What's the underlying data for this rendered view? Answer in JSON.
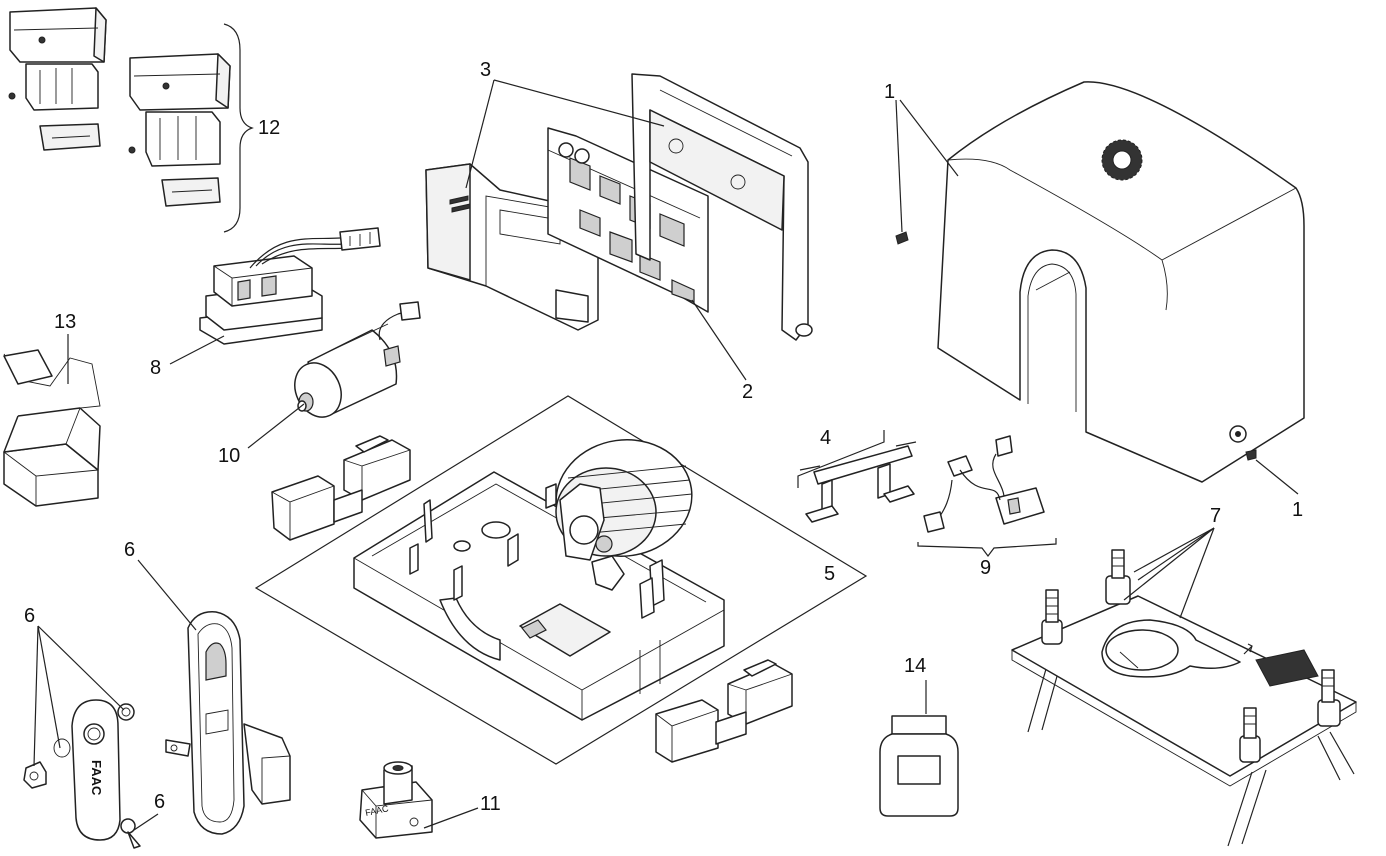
{
  "diagram": {
    "callouts": {
      "c1a": "1",
      "c1b": "1",
      "c2": "2",
      "c3": "3",
      "c4": "4",
      "c5": "5",
      "c6a": "6",
      "c6b": "6",
      "c6c": "6",
      "c7": "7",
      "c8": "8",
      "c9": "9",
      "c10": "10",
      "c11": "11",
      "c12": "12",
      "c13": "13",
      "c14": "14"
    },
    "markings": {
      "key_tag": "FAAC",
      "handle_logo": "FAAC"
    }
  }
}
